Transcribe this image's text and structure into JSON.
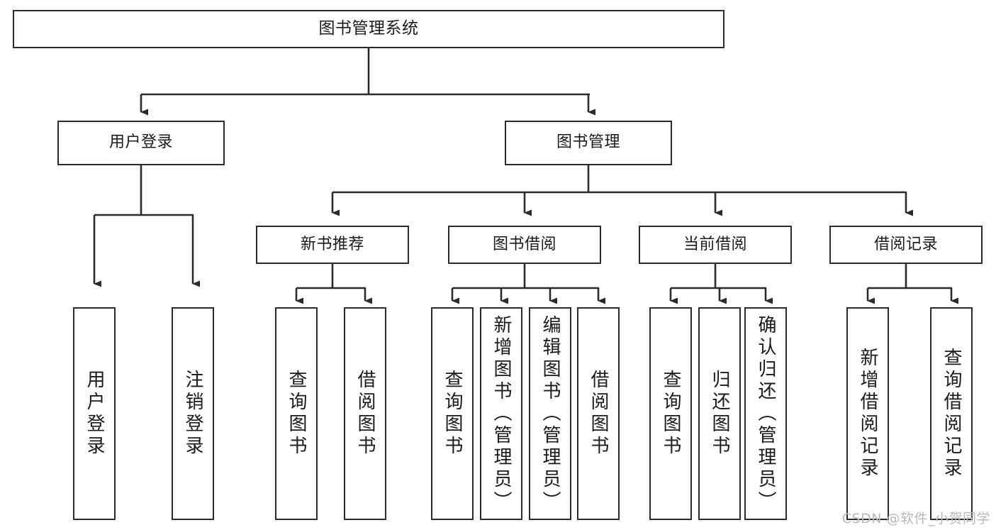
{
  "diagram": {
    "type": "tree",
    "title": "图书管理系统",
    "watermark": "CSDN @软件_小贺同学",
    "colors": {
      "box_border": "#2b2b2b",
      "box_fill": "#ffffff",
      "connector": "#2b2b2b",
      "text": "#1a1a1a",
      "watermark": "#b9b9b9",
      "background": "#ffffff"
    },
    "nodes": {
      "root": {
        "label": "图书管理系统"
      },
      "level2": [
        {
          "label": "用户登录"
        },
        {
          "label": "图书管理"
        }
      ],
      "level3": [
        {
          "label": "新书推荐"
        },
        {
          "label": "图书借阅"
        },
        {
          "label": "当前借阅"
        },
        {
          "label": "借阅记录"
        }
      ],
      "leaves": {
        "user_login": [
          {
            "label": "用户登录"
          },
          {
            "label": "注销登录"
          }
        ],
        "new_book": [
          {
            "label": "查询图书"
          },
          {
            "label": "借阅图书"
          }
        ],
        "borrow_book": [
          {
            "label": "查询图书"
          },
          {
            "label": "新增图书（管理员）"
          },
          {
            "label": "编辑图书（管理员）"
          },
          {
            "label": "借阅图书"
          }
        ],
        "current_borrow": [
          {
            "label": "查询图书"
          },
          {
            "label": "归还图书"
          },
          {
            "label": "确认归还（管理员）"
          }
        ],
        "borrow_record": [
          {
            "label": "新增借阅记录"
          },
          {
            "label": "查询借阅记录"
          }
        ]
      }
    }
  }
}
